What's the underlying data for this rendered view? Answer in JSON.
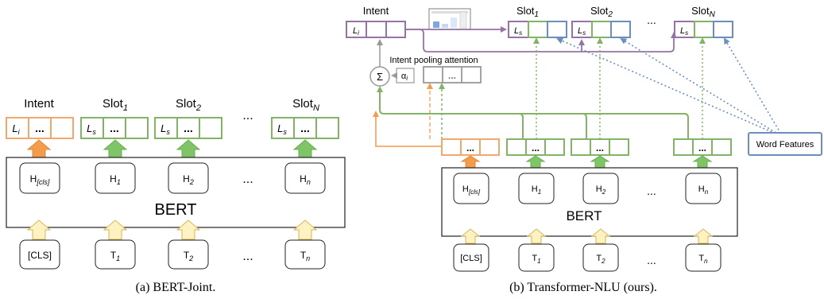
{
  "panel_a": {
    "caption": "(a) BERT-Joint.",
    "heads": {
      "intent": "Intent",
      "slot1": [
        "Slot",
        "1"
      ],
      "slot2": [
        "Slot",
        "2"
      ],
      "dots": "...",
      "slotN": [
        "Slot",
        "N"
      ]
    },
    "cells": {
      "li": [
        "L",
        "i"
      ],
      "ls": [
        "L",
        "s"
      ],
      "dots": "..."
    },
    "hidden": [
      [
        "H",
        "[cls]"
      ],
      [
        "H",
        "1"
      ],
      [
        "H",
        "2"
      ],
      [
        "",
        ""
      ],
      [
        "H",
        "n"
      ]
    ],
    "hidden_gap": "...",
    "model": "BERT",
    "tokens": [
      [
        "[CLS]",
        ""
      ],
      [
        "T",
        "1"
      ],
      [
        "T",
        "2"
      ],
      [
        "",
        ""
      ],
      [
        "T",
        "n"
      ]
    ],
    "token_gap": "..."
  },
  "panel_b": {
    "caption": "(b) Transformer-NLU (ours).",
    "intent_label": "Intent",
    "slot_heads": [
      [
        "Slot",
        "1"
      ],
      [
        "Slot",
        "2"
      ],
      [
        "Slot",
        "N"
      ]
    ],
    "head_dots": "...",
    "cells": {
      "li": [
        "L",
        "i"
      ],
      "ls": [
        "L",
        "s"
      ],
      "dots": "..."
    },
    "pooling_label": "Intent pooling attention",
    "sigma": "Σ",
    "alpha": [
      "α",
      "i"
    ],
    "word_features": "Word Features",
    "hidden": [
      [
        "H",
        "[cls]"
      ],
      [
        "H",
        "1"
      ],
      [
        "H",
        "2"
      ],
      [
        "",
        ""
      ],
      [
        "H",
        "n"
      ]
    ],
    "hidden_gap": "...",
    "model": "BERT",
    "tokens": [
      [
        "[CLS]",
        ""
      ],
      [
        "T",
        "1"
      ],
      [
        "T",
        "2"
      ],
      [
        "",
        ""
      ],
      [
        "T",
        "n"
      ]
    ],
    "token_gap": "..."
  },
  "colors": {
    "intent_orange": "#f0a86c",
    "slot_green": "#82b366",
    "arrow_green": "#7fc466",
    "arrow_orange": "#f39c4b",
    "input_arrow_fill": "#fff2c2",
    "input_arrow_stroke": "#d6b656",
    "purple": "#9673a6",
    "blue": "#6c8ebf",
    "gray": "#999999"
  }
}
